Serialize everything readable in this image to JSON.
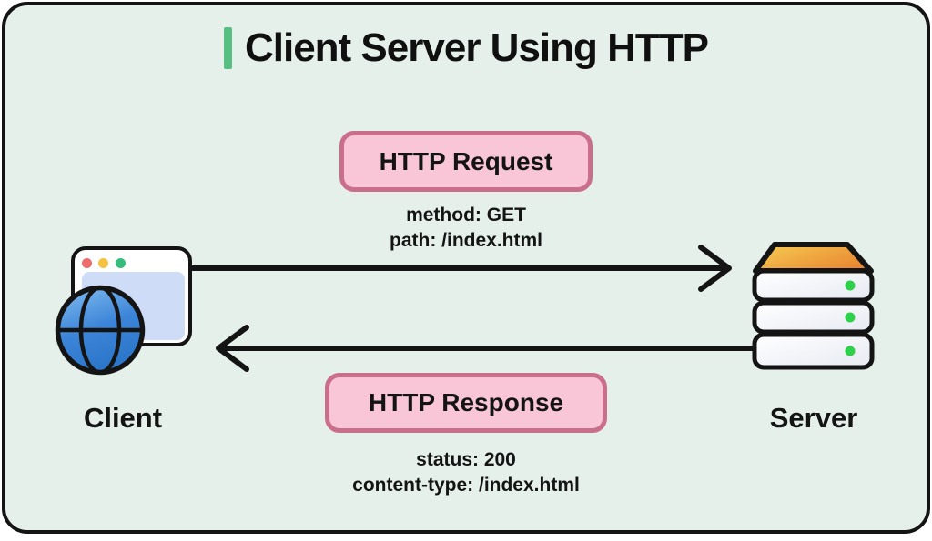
{
  "title": {
    "text": "Client Server Using HTTP"
  },
  "request": {
    "label": "HTTP Request",
    "details": [
      "method: GET",
      "path: /index.html"
    ]
  },
  "response": {
    "label": "HTTP Response",
    "details": [
      "status: 200",
      "content-type: /index.html"
    ]
  },
  "client": {
    "label": "Client",
    "icon": "browser-window-with-globe-icon"
  },
  "server": {
    "label": "Server",
    "icon": "server-stack-icon"
  },
  "arrows": {
    "request_direction": "client-to-server",
    "response_direction": "server-to-client"
  },
  "colors": {
    "canvas": "#ffffff",
    "panel-bg": "#e4f0e9",
    "outline": "#141414",
    "accent-green": "#56bf81",
    "pill-bg": "#f9c6d7",
    "pill-border": "#c96f8b",
    "window-content": "#cfdcf8",
    "dot-red": "#ee6c6c",
    "dot-yellow": "#f5c242",
    "dot-green": "#36bd7c",
    "globe-light": "#85bff1",
    "globe-dark": "#2d77cb",
    "server-top-yellow": "#f7cd53",
    "server-top-orange": "#e98a33",
    "server-slab-light": "#ffffff",
    "server-slab-shade": "#e7eaf3",
    "server-led-green": "#2ed14b"
  }
}
